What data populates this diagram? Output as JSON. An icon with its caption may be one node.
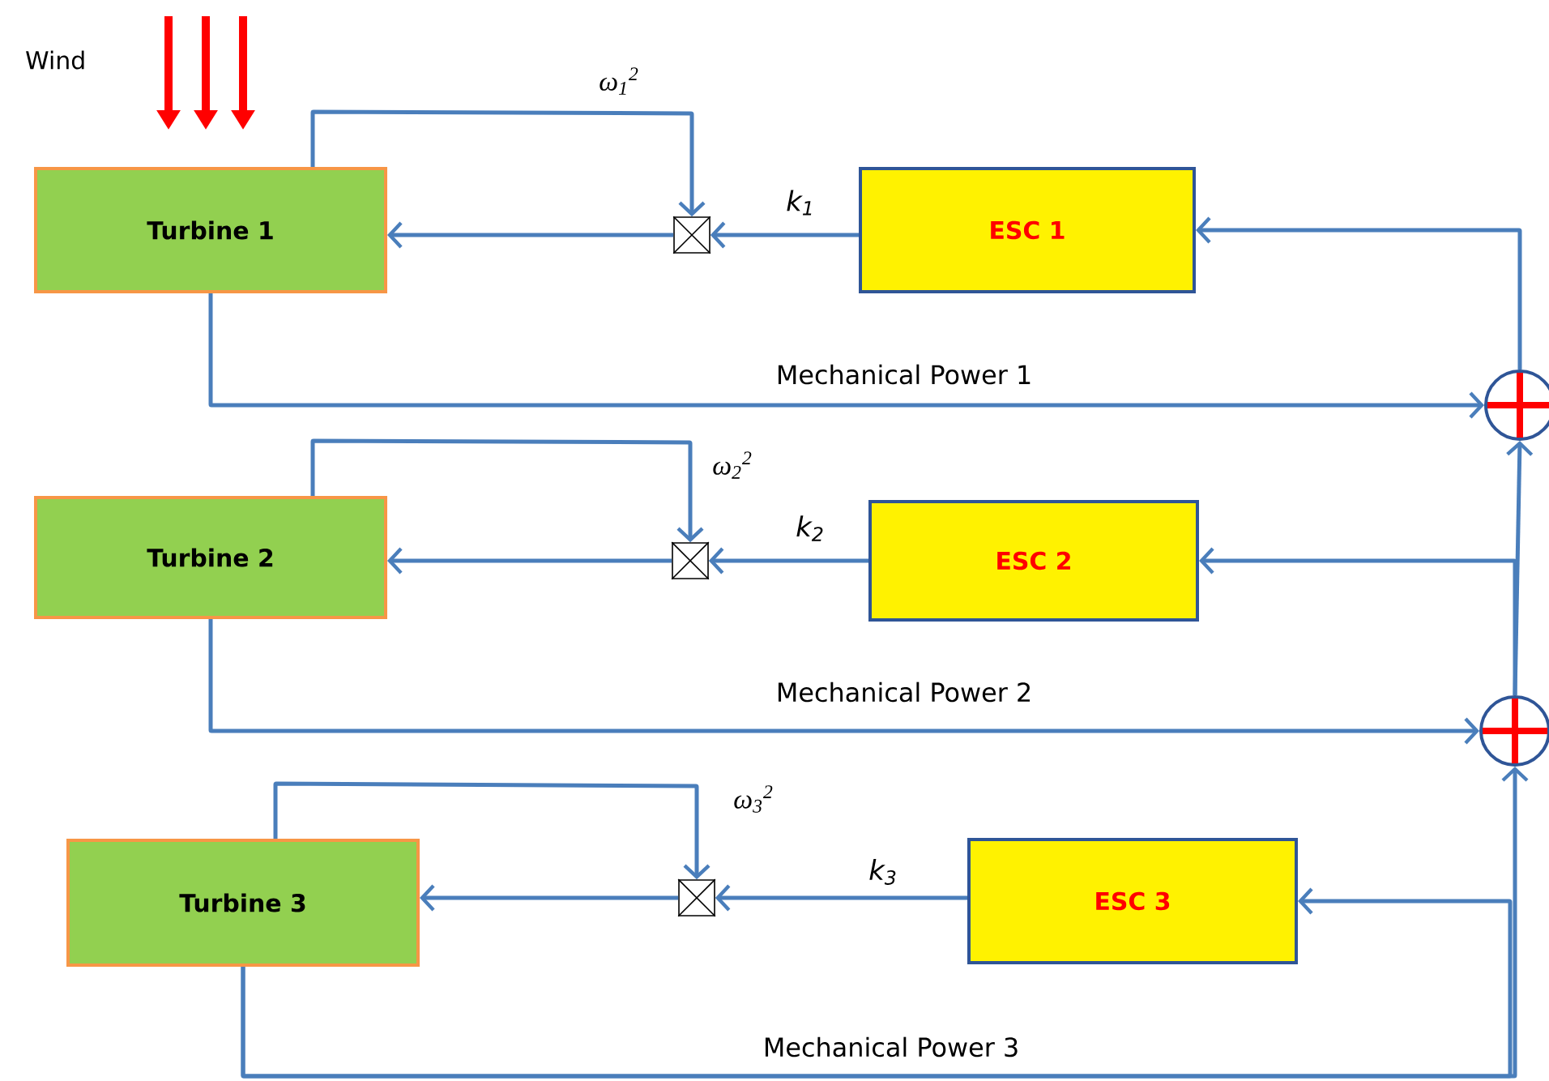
{
  "diagram": {
    "nodes": [
      {
        "text": [
          "Turbine 1"
        ]
      },
      {
        "text": [],
        "shape": "box"
      },
      {
        "text": [
          "ESC 1"
        ]
      },
      {
        "text": [
          "Turbine 2"
        ]
      },
      {
        "text": [],
        "shape": "box"
      },
      {
        "text": [
          "ESC 2"
        ]
      },
      {
        "text": [
          "Turbine 3"
        ]
      },
      {
        "text": [],
        "shape": "box"
      },
      {
        "text": [
          "ESC 3"
        ]
      },
      {
        "text": [],
        "shape": "circle"
      },
      {
        "text": [],
        "shape": "circle"
      }
    ],
    "edges": [
      {
        "from": 0,
        "to": 1,
        "arrow": "to",
        "label": "ω$_{1}$$^{2}$"
      },
      {
        "from": 2,
        "to": 1,
        "arrow": "to",
        "label": "k$_{1}$"
      },
      {
        "from": 1,
        "to": 0,
        "arrow": "to"
      },
      {
        "from": 0,
        "to": 9,
        "arrow": "to",
        "label": "Mechanical Power 1"
      },
      {
        "from": 9,
        "to": 2,
        "arrow": "to"
      },
      {
        "from": 3,
        "to": 4,
        "arrow": "to",
        "label": "ω$_{2}$$^{2}$"
      },
      {
        "from": 5,
        "to": 4,
        "arrow": "to",
        "label": "k$_{2}$"
      },
      {
        "from": 4,
        "to": 3,
        "arrow": "to"
      },
      {
        "from": 3,
        "to": 10,
        "arrow": "to",
        "label": "Mechanical Power 2"
      },
      {
        "from": 10,
        "to": 9,
        "arrow": "to"
      },
      {
        "from": 10,
        "to": 5,
        "arrow": "to"
      },
      {
        "from": 6,
        "to": 7,
        "arrow": "to",
        "label": "ω$_{3}$$^{2}$"
      },
      {
        "from": 8,
        "to": 7,
        "arrow": "to",
        "label": "k$_{3}$"
      },
      {
        "from": 7,
        "to": 6,
        "arrow": "to"
      },
      {
        "from": 6,
        "to": 10,
        "arrow": "to",
        "label": "Mechanical Power 3"
      },
      {
        "from": 6,
        "to": 8,
        "arrow": "to"
      }
    ],
    "labels": [
      "Wind"
    ]
  }
}
